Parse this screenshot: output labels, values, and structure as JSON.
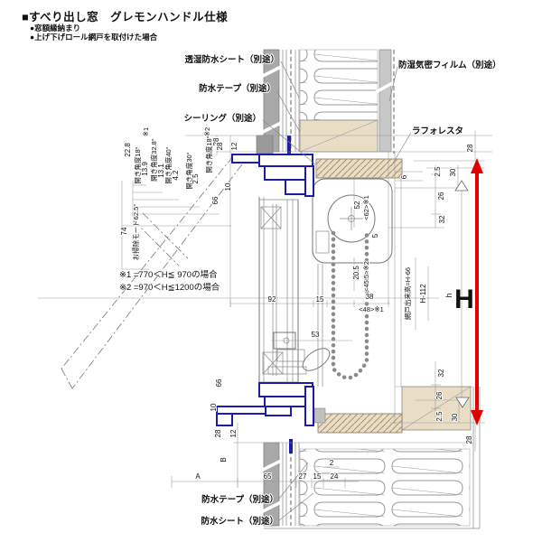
{
  "header": {
    "title": "■すべり出し窓　グレモンハンドル仕様",
    "bullet1": "●窓額縁納まり",
    "bullet2": "●上げ下げロール網戸を取付けた場合"
  },
  "notes": {
    "note1": "※1 =770＜H≦ 970の場合",
    "note2": "※2 =970＜H≦1200の場合"
  },
  "labels": {
    "moisture_sheet": "透湿防水シート（別途）",
    "waterproof_tape_top": "防水テープ（別途）",
    "sealing": "シーリング（別途）",
    "vapor_film": "防湿気密フィルム（別途）",
    "laforesta": "ラフォレスタ",
    "waterproof_tape_bottom": "防水テープ（別途）",
    "waterproof_sheet_bottom": "防水シート（別途）"
  },
  "dims": {
    "d2": "2",
    "d2_5": "2.5",
    "d4_2": "4.2",
    "d5": "5",
    "d6": "6",
    "d10": "10",
    "d12": "12",
    "d13_1": "13.1",
    "d13_9": "13.9",
    "d15": "15",
    "d20_5": "20.5",
    "d22_8": "22.8",
    "d24": "24",
    "d26": "26",
    "d27": "27",
    "d28": "28",
    "d30": "30",
    "d32": "32",
    "d38": "38",
    "d48a": "<48>※1",
    "d52": "52",
    "d53": "53",
    "d62a": "<62>※1",
    "d45_5a": "<45.5>※2",
    "d65": "65",
    "d66": "66",
    "d74": "74",
    "d92": "92",
    "angle18": "開き角度18°",
    "angle32_8": "開き角度32.8°",
    "angle40": "開き角度40°",
    "angle30": "開き角度30°",
    "ref1": "※1",
    "ref2": "※2",
    "refA": "A",
    "refB": "B",
    "cleaning": "お掃除モード62.5°",
    "screen_height": "網戸出来高=H-66",
    "h112": "H-112",
    "h_small": "h",
    "H_big": "H"
  },
  "colors": {
    "frame_blue": "#1c1caa",
    "arrow_red": "#e00000",
    "wood": "#e9ddc6",
    "siding_gray": "#a9a9a9"
  }
}
